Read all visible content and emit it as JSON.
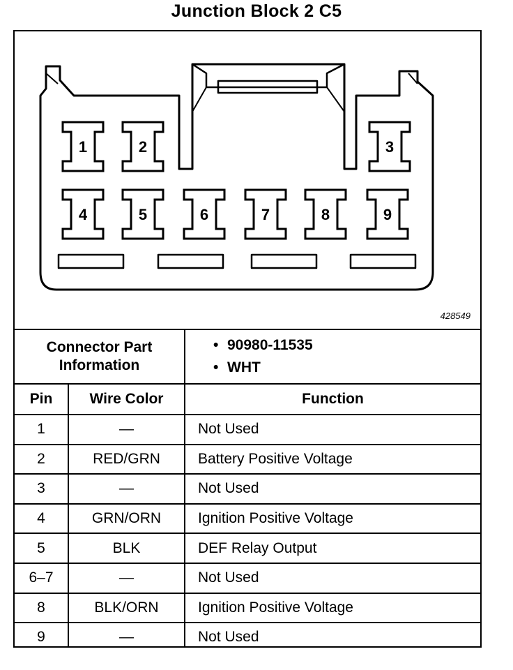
{
  "title": "Junction Block 2 C5",
  "figure_number": "428549",
  "pins_drawn": [
    "1",
    "2",
    "3",
    "4",
    "5",
    "6",
    "7",
    "8",
    "9"
  ],
  "connector_info": {
    "label_line1": "Connector Part",
    "label_line2": "Information",
    "items": [
      "90980-11535",
      "WHT"
    ]
  },
  "table": {
    "headers": {
      "pin": "Pin",
      "wire_color": "Wire Color",
      "function": "Function"
    },
    "rows": [
      {
        "pin": "1",
        "wire_color": "—",
        "function": "Not Used"
      },
      {
        "pin": "2",
        "wire_color": "RED/GRN",
        "function": "Battery Positive Voltage"
      },
      {
        "pin": "3",
        "wire_color": "—",
        "function": "Not Used"
      },
      {
        "pin": "4",
        "wire_color": "GRN/ORN",
        "function": "Ignition Positive Voltage"
      },
      {
        "pin": "5",
        "wire_color": "BLK",
        "function": "DEF Relay Output"
      },
      {
        "pin": "6–7",
        "wire_color": "—",
        "function": "Not Used"
      },
      {
        "pin": "8",
        "wire_color": "BLK/ORN",
        "function": "Ignition Positive Voltage"
      },
      {
        "pin": "9",
        "wire_color": "—",
        "function": "Not Used"
      }
    ]
  }
}
